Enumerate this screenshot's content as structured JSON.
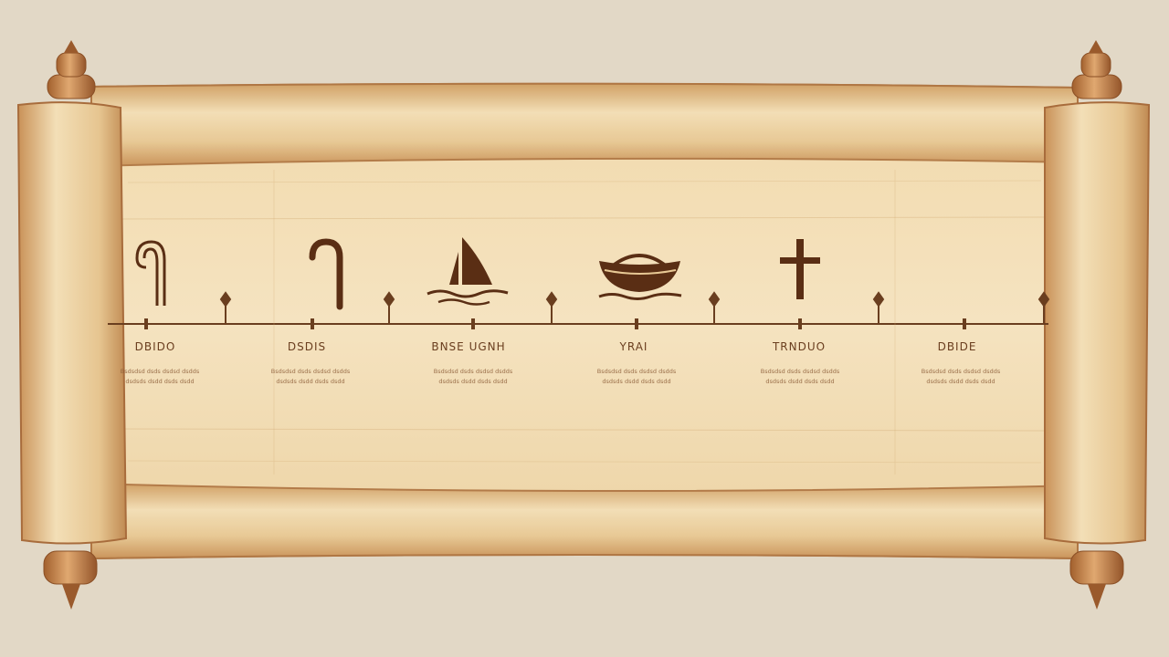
{
  "palette": {
    "background": "#e2d8c6",
    "parchment_light": "#f3dfb7",
    "parchment_mid": "#e8c995",
    "parchment_dark": "#cf9e62",
    "outline": "#b07744",
    "ink": "#5a2e14"
  },
  "events": [
    {
      "icon": "shepherd-staff-icon",
      "caption": "DBIDO",
      "text": "Bsdsdsd dsds dsdsd dsdds dsdsds dsdd dsds dsdd"
    },
    {
      "icon": "crook-icon",
      "caption": "DSDIS",
      "text": "Bsdsdsd dsds dsdsd dsdds dsdsds dsdd dsds dsdd"
    },
    {
      "icon": "sailboat-icon",
      "caption": "BNSE UGNH",
      "text": "Bsdsdsd dsds dsdsd dsdds dsdsds dsdd dsds dsdd"
    },
    {
      "icon": "ark-boat-icon",
      "caption": "YRAI",
      "text": "Bsdsdsd dsds dsdsd dsdds dsdsds dsdd dsds dsdd"
    },
    {
      "icon": "cross-icon",
      "caption": "TRNDUO",
      "text": "Bsdsdsd dsds dsdsd dsdds dsdsds dsdd dsds dsdd"
    },
    {
      "icon": "",
      "caption": "DBIDE",
      "text": "Bsdsdsd dsds dsdsd dsdds dsdsds dsdd dsds dsdd"
    }
  ]
}
